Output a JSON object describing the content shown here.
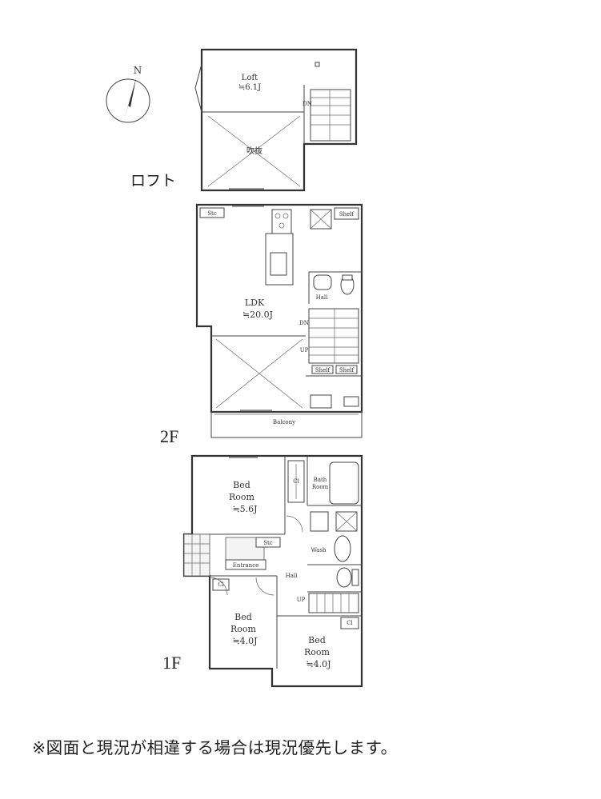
{
  "compass": {
    "label": "N"
  },
  "floors": {
    "loft": {
      "label": "ロフト",
      "rooms": {
        "loft": "Loft",
        "loft_size": "≒6.1J",
        "fukinuke": "吹抜"
      },
      "stair": "DN"
    },
    "second": {
      "label": "2F",
      "rooms": {
        "ldk": "LDK",
        "ldk_size": "≒20.0J",
        "hall": "Hall",
        "balcony": "Balcony",
        "stc": "Stc",
        "shelf": "Shelf",
        "shelf2": "Shelf",
        "shelf3": "Shelf"
      },
      "stairs": {
        "dn": "DN",
        "up": "UP"
      }
    },
    "first": {
      "label": "1F",
      "rooms": {
        "bed1": "Bed",
        "bed1b": "Room",
        "bed1_size": "≒5.6J",
        "bed2": "Bed",
        "bed2b": "Room",
        "bed2_size": "≒4.0J",
        "bed3": "Bed",
        "bed3b": "Room",
        "bed3_size": "≒4.0J",
        "bath": "Bath",
        "bathb": "Room",
        "entrance": "Entrance",
        "hall": "Hall",
        "cl1": "Cl",
        "cl2": "Cl",
        "cl3": "Cl",
        "stc": "Stc",
        "wash": "Wash",
        "up": "UP"
      }
    }
  },
  "note": "※図面と現況が相違する場合は現況優先します。"
}
